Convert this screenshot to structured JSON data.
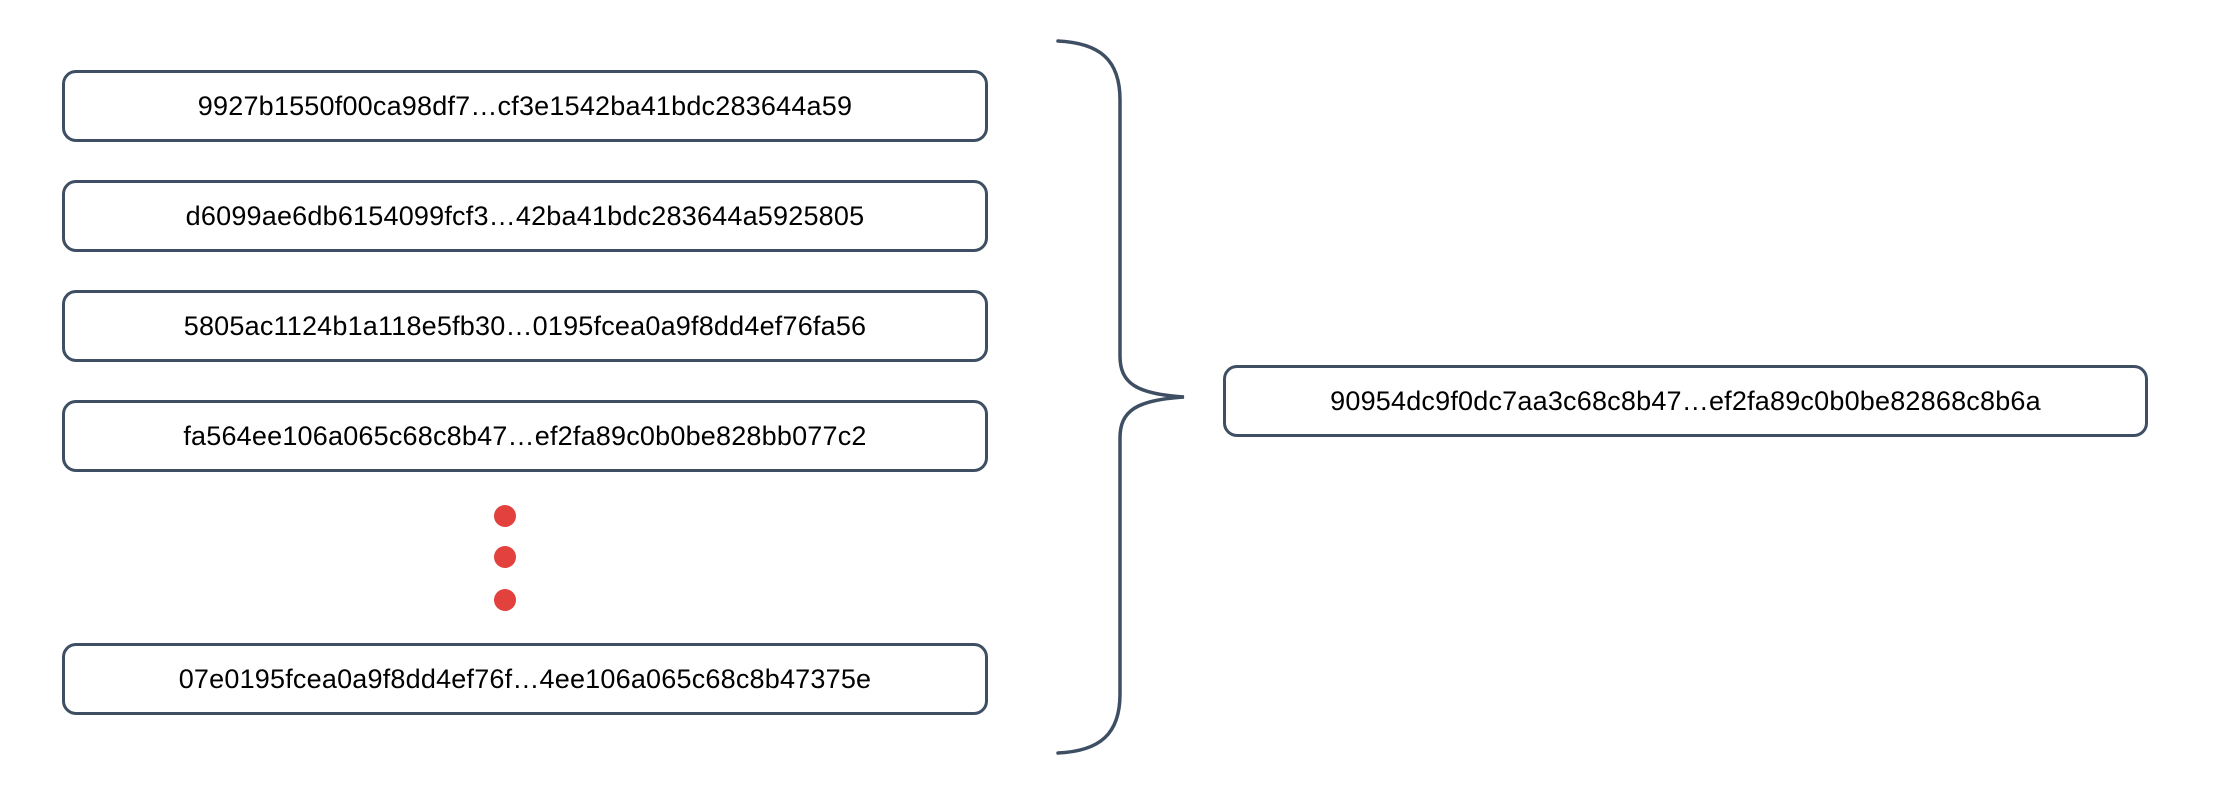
{
  "diagram": {
    "description": "Many hash strings combined (curly brace) into a single result hash",
    "left_blocks": [
      {
        "label": "9927b1550f00ca98df7…cf3e1542ba41bdc283644a59"
      },
      {
        "label": "d6099ae6db6154099fcf3…42ba41bdc283644a5925805"
      },
      {
        "label": "5805ac1124b1a118e5fb30…0195fcea0a9f8dd4ef76fa56"
      },
      {
        "label": "fa564ee106a065c68c8b47…ef2fa89c0b0be828bb077c2"
      },
      {
        "label": "07e0195fcea0a9f8dd4ef76f…4ee106a065c68c8b47375e"
      }
    ],
    "ellipsis": {
      "dot_count": 3,
      "color": "#E2413D"
    },
    "result_block": {
      "label": "90954dc9f0dc7aa3c68c8b47…ef2fa89c0b0be82868c8b6a"
    },
    "colors": {
      "outline": "#3E4F63",
      "text": "#000000",
      "background": "#FFFFFF"
    }
  }
}
